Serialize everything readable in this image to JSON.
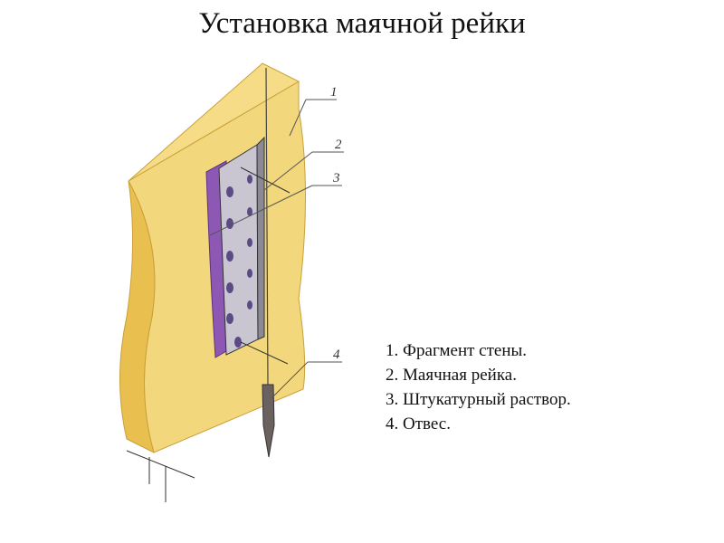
{
  "title": "Установка маячной рейки",
  "legend": [
    "1. Фрагмент стены.",
    "2. Маячная рейка.",
    "3. Штукатурный раствор.",
    "4. Отвес."
  ],
  "callouts": [
    "1",
    "2",
    "3",
    "4"
  ],
  "colors": {
    "wall_fill": "#f3d77c",
    "wall_top": "#f6dc86",
    "wall_edge": "#e9bf4f",
    "mortar": "#8d58b3",
    "rail": "#c9c6d2",
    "line": "#555555"
  }
}
